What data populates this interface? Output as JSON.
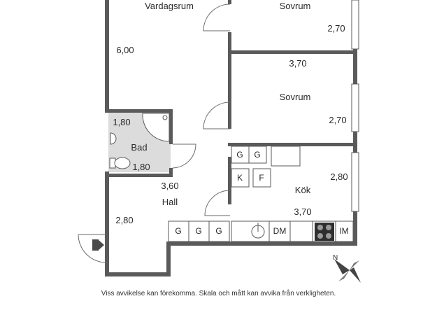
{
  "rooms": {
    "vardagsrum": "Vardagsrum",
    "sovrum_1": "Sovrum",
    "sovrum_2": "Sovrum",
    "bad": "Bad",
    "hall": "Hall",
    "kok": "Kök"
  },
  "dimensions": {
    "vardagsrum_depth": "6,00",
    "sovrum_1_width": "2,70",
    "sovrum_1_length": "3,70",
    "sovrum_2_width": "2,70",
    "bad_width": "1,80",
    "bad_depth": "1,80",
    "hall_width": "3,60",
    "hall_depth": "2,80",
    "kok_width": "2,80",
    "kok_length": "3,70"
  },
  "fixtures": {
    "wardrobe_g": "G",
    "wardrobe_k": "K",
    "wardrobe_f": "F",
    "dishwasher": "DM",
    "microwave": "IM"
  },
  "compass": {
    "north": "N"
  },
  "disclaimer": "Viss avvikelse kan förekomma. Skala och mått kan avvika från verkligheten.",
  "colors": {
    "wall": "#5a5a5a",
    "bathroom_floor": "#dcdcdc",
    "text": "#2a2a2a"
  }
}
